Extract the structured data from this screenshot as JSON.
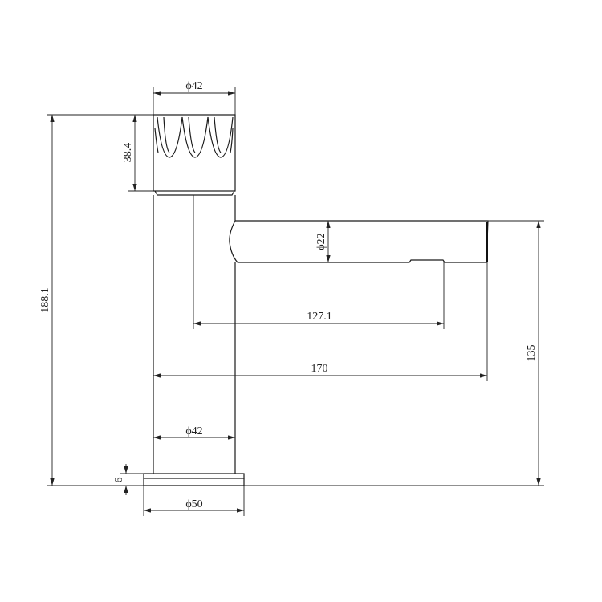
{
  "dimensions": {
    "handle_diameter": "ϕ42",
    "handle_height": "38.4",
    "total_height": "188.1",
    "spout_diameter": "ϕ22",
    "spout_inner_reach": "127.1",
    "spout_reach": "170",
    "spout_height": "135",
    "body_diameter": "ϕ42",
    "base_thickness": "6",
    "base_diameter": "ϕ50"
  }
}
